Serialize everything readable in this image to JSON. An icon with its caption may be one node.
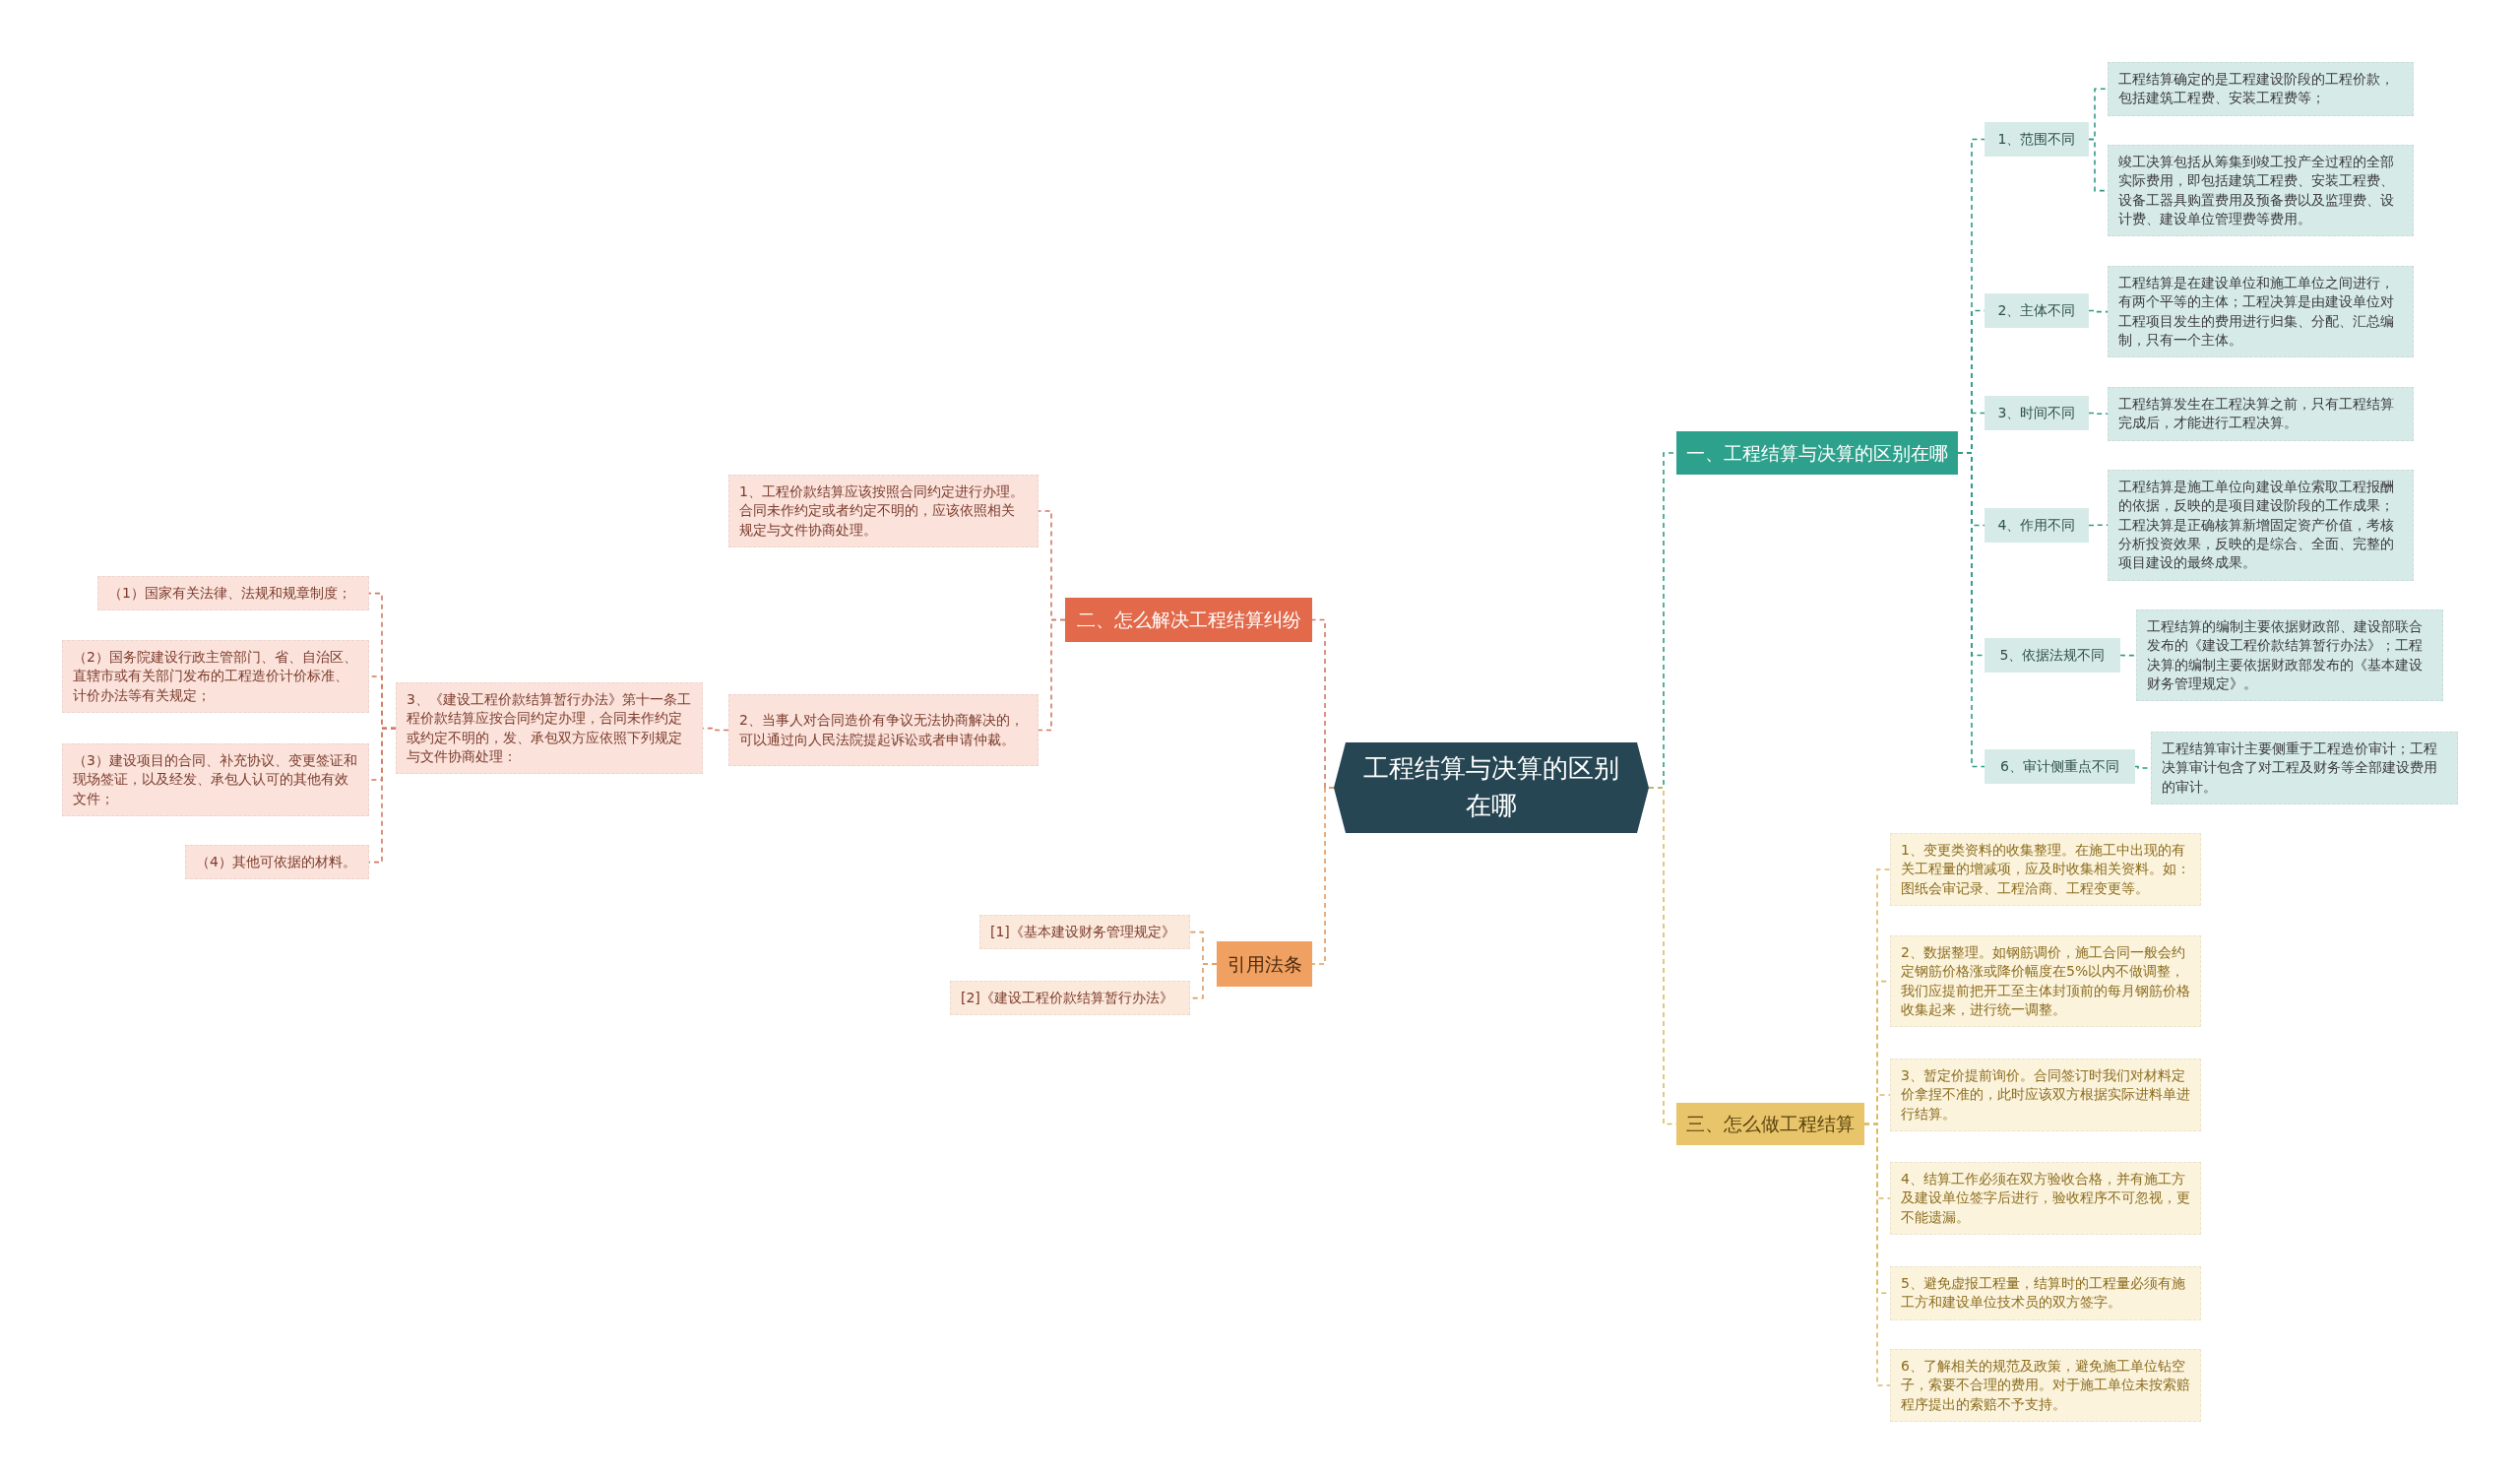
{
  "diagram": {
    "nodes": [
      {
        "text": [
          "工程结算与决算的区别在哪"
        ]
      },
      {
        "text": [
          "一、工程结算与决算的区别在哪"
        ]
      },
      {
        "text": [
          "1、范围不同"
        ]
      },
      {
        "text": [
          "工程结算确定的是工程建设阶段的工程价款，包括建筑工程费、安装工程费等；"
        ]
      },
      {
        "text": [
          "竣工决算包括从筹集到竣工投产全过程的全部实际费用，即包括建筑工程费、安装工程费、设备工器具购置费用及预备费以及监理费、设计费、建设单位管理费等费用。"
        ]
      },
      {
        "text": [
          "2、主体不同"
        ]
      },
      {
        "text": [
          "工程结算是在建设单位和施工单位之间进行，有两个平等的主体；工程决算是由建设单位对工程项目发生的费用进行归集、分配、汇总编制，只有一个主体。"
        ]
      },
      {
        "text": [
          "3、时间不同"
        ]
      },
      {
        "text": [
          "工程结算发生在工程决算之前，只有工程结算完成后，才能进行工程决算。"
        ]
      },
      {
        "text": [
          "4、作用不同"
        ]
      },
      {
        "text": [
          "工程结算是施工单位向建设单位索取工程报酬的依据，反映的是项目建设阶段的工作成果；工程决算是正确核算新增固定资产价值，考核分析投资效果，反映的是综合、全面、完整的项目建设的最终成果。"
        ]
      },
      {
        "text": [
          "5、依据法规不同"
        ]
      },
      {
        "text": [
          "工程结算的编制主要依据财政部、建设部联合发布的《建设工程价款结算暂行办法》；工程决算的编制主要依据财政部发布的《基本建设财务管理规定》。"
        ]
      },
      {
        "text": [
          "6、审计侧重点不同"
        ]
      },
      {
        "text": [
          "工程结算审计主要侧重于工程造价审计；工程决算审计包含了对工程及财务等全部建设费用的审计。"
        ]
      },
      {
        "text": [
          "三、怎么做工程结算"
        ]
      },
      {
        "text": [
          "1、变更类资料的收集整理。在施工中出现的有关工程量的增减项，应及时收集相关资料。如：图纸会审记录、工程洽商、工程变更等。"
        ]
      },
      {
        "text": [
          "2、数据整理。如钢筋调价，施工合同一般会约定钢筋价格涨或降价幅度在5%以内不做调整，我们应提前把开工至主体封顶前的每月钢筋价格收集起来，进行统一调整。"
        ]
      },
      {
        "text": [
          "3、暂定价提前询价。合同签订时我们对材料定价拿捏不准的，此时应该双方根据实际进料单进行结算。"
        ]
      },
      {
        "text": [
          "4、结算工作必须在双方验收合格，并有施工方及建设单位签字后进行，验收程序不可忽视，更不能遗漏。"
        ]
      },
      {
        "text": [
          "5、避免虚报工程量，结算时的工程量必须有施工方和建设单位技术员的双方签字。"
        ]
      },
      {
        "text": [
          "6、了解相关的规范及政策，避免施工单位钻空子，索要不合理的费用。对于施工单位未按索赔程序提出的索赔不予支持。"
        ]
      },
      {
        "text": [
          "二、怎么解决工程结算纠纷"
        ]
      },
      {
        "text": [
          "1、工程价款结算应该按照合同约定进行办理。合同未作约定或者约定不明的，应该依照相关规定与文件协商处理。"
        ]
      },
      {
        "text": [
          "2、当事人对合同造价有争议无法协商解决的，可以通过向人民法院提起诉讼或者申请仲裁。"
        ]
      },
      {
        "text": [
          "3、《建设工程价款结算暂行办法》第十一条工程价款结算应按合同约定办理，合同未作约定或约定不明的，发、承包双方应依照下列规定与文件协商处理："
        ]
      },
      {
        "text": [
          "（1）国家有关法律、法规和规章制度；"
        ]
      },
      {
        "text": [
          "（2）国务院建设行政主管部门、省、自治区、直辖市或有关部门发布的工程造价计价标准、计价办法等有关规定；"
        ]
      },
      {
        "text": [
          "（3）建设项目的合同、补充协议、变更签证和现场签证，以及经发、承包人认可的其他有效文件；"
        ]
      },
      {
        "text": [
          "（4）其他可依据的材料。"
        ]
      },
      {
        "text": [
          "引用法条"
        ]
      },
      {
        "text": [
          "[1]《基本建设财务管理规定》"
        ]
      },
      {
        "text": [
          "[2]《建设工程价款结算暂行办法》"
        ]
      }
    ],
    "edges": [
      {
        "from": 0,
        "to": 1,
        "arrow": "none",
        "style": "dashed"
      },
      {
        "from": 1,
        "to": 2,
        "arrow": "none",
        "style": "dashed"
      },
      {
        "from": 2,
        "to": 3,
        "arrow": "none",
        "style": "dashed"
      },
      {
        "from": 2,
        "to": 4,
        "arrow": "none",
        "style": "dashed"
      },
      {
        "from": 1,
        "to": 5,
        "arrow": "none",
        "style": "dashed"
      },
      {
        "from": 5,
        "to": 6,
        "arrow": "none",
        "style": "dashed"
      },
      {
        "from": 1,
        "to": 7,
        "arrow": "none",
        "style": "dashed"
      },
      {
        "from": 7,
        "to": 8,
        "arrow": "none",
        "style": "dashed"
      },
      {
        "from": 1,
        "to": 9,
        "arrow": "none",
        "style": "dashed"
      },
      {
        "from": 9,
        "to": 10,
        "arrow": "none",
        "style": "dashed"
      },
      {
        "from": 1,
        "to": 11,
        "arrow": "none",
        "style": "dashed"
      },
      {
        "from": 11,
        "to": 12,
        "arrow": "none",
        "style": "dashed"
      },
      {
        "from": 1,
        "to": 13,
        "arrow": "none",
        "style": "dashed"
      },
      {
        "from": 13,
        "to": 14,
        "arrow": "none",
        "style": "dashed"
      },
      {
        "from": 0,
        "to": 15,
        "arrow": "none",
        "style": "dashed",
        "color": "#dcb860"
      },
      {
        "from": 15,
        "to": 16,
        "arrow": "none",
        "style": "dashed",
        "color": "#dcb860"
      },
      {
        "from": 15,
        "to": 17,
        "arrow": "none",
        "style": "dashed",
        "color": "#dcb860"
      },
      {
        "from": 15,
        "to": 18,
        "arrow": "none",
        "style": "dashed",
        "color": "#dcb860"
      },
      {
        "from": 15,
        "to": 19,
        "arrow": "none",
        "style": "dashed",
        "color": "#dcb860"
      },
      {
        "from": 15,
        "to": 20,
        "arrow": "none",
        "style": "dashed",
        "color": "#dcb860"
      },
      {
        "from": 15,
        "to": 21,
        "arrow": "none",
        "style": "dashed",
        "color": "#dcb860"
      },
      {
        "from": 0,
        "to": 22,
        "arrow": "none",
        "style": "dashed",
        "color": "#cf7a62"
      },
      {
        "from": 22,
        "to": 23,
        "arrow": "none",
        "style": "dashed",
        "color": "#cf7a62"
      },
      {
        "from": 22,
        "to": 24,
        "arrow": "none",
        "style": "dashed",
        "color": "#cf7a62"
      },
      {
        "from": 24,
        "to": 25,
        "arrow": "none",
        "style": "dashed",
        "color": "#cf7a62"
      },
      {
        "from": 25,
        "to": 26,
        "arrow": "none",
        "style": "dashed",
        "color": "#cf7a62"
      },
      {
        "from": 25,
        "to": 27,
        "arrow": "none",
        "style": "dashed",
        "color": "#cf7a62"
      },
      {
        "from": 25,
        "to": 28,
        "arrow": "none",
        "style": "dashed",
        "color": "#cf7a62"
      },
      {
        "from": 25,
        "to": 29,
        "arrow": "none",
        "style": "dashed",
        "color": "#cf7a62"
      },
      {
        "from": 0,
        "to": 30,
        "arrow": "none",
        "style": "dashed",
        "color": "#e39a5e"
      },
      {
        "from": 30,
        "to": 31,
        "arrow": "none",
        "style": "dashed",
        "color": "#e39a5e"
      },
      {
        "from": 30,
        "to": 32,
        "arrow": "none",
        "style": "dashed",
        "color": "#e39a5e"
      }
    ]
  }
}
